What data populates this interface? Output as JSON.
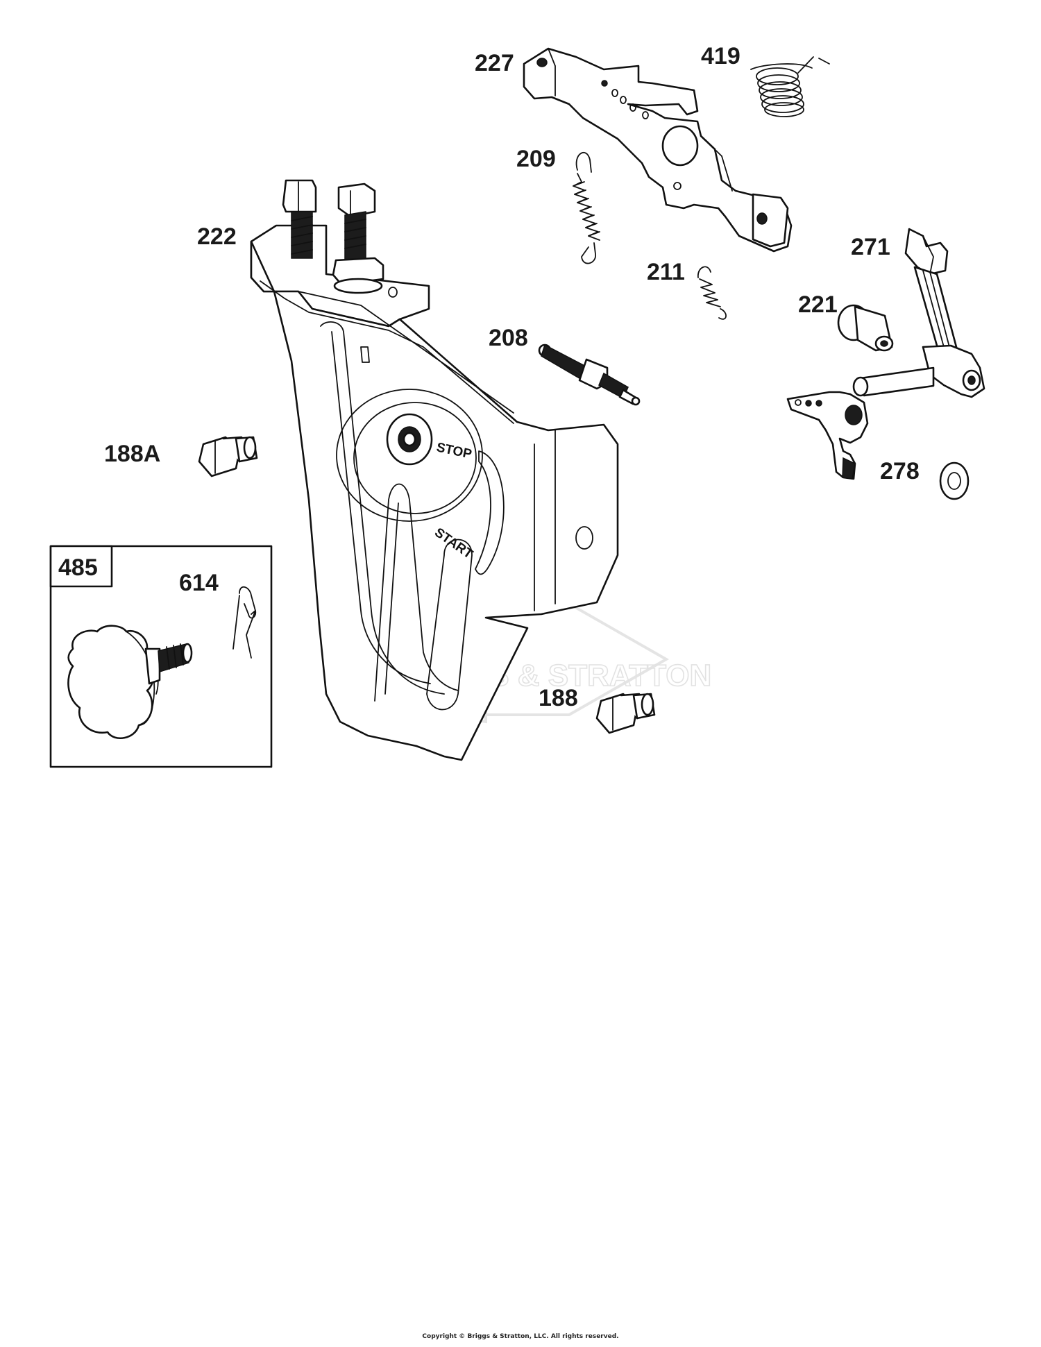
{
  "callouts": {
    "p227": "227",
    "p419": "419",
    "p209": "209",
    "p222": "222",
    "p211": "211",
    "p271": "271",
    "p221": "221",
    "p208": "208",
    "p188A": "188A",
    "p278": "278",
    "p485": "485",
    "p614": "614",
    "p188": "188"
  },
  "plate_markings": {
    "stop": "STOP",
    "start": "START"
  },
  "watermark": "BRIGGS & STRATTON",
  "footer": {
    "copyright": "Copyright © Briggs & Stratton, LLC. All rights reserved."
  }
}
